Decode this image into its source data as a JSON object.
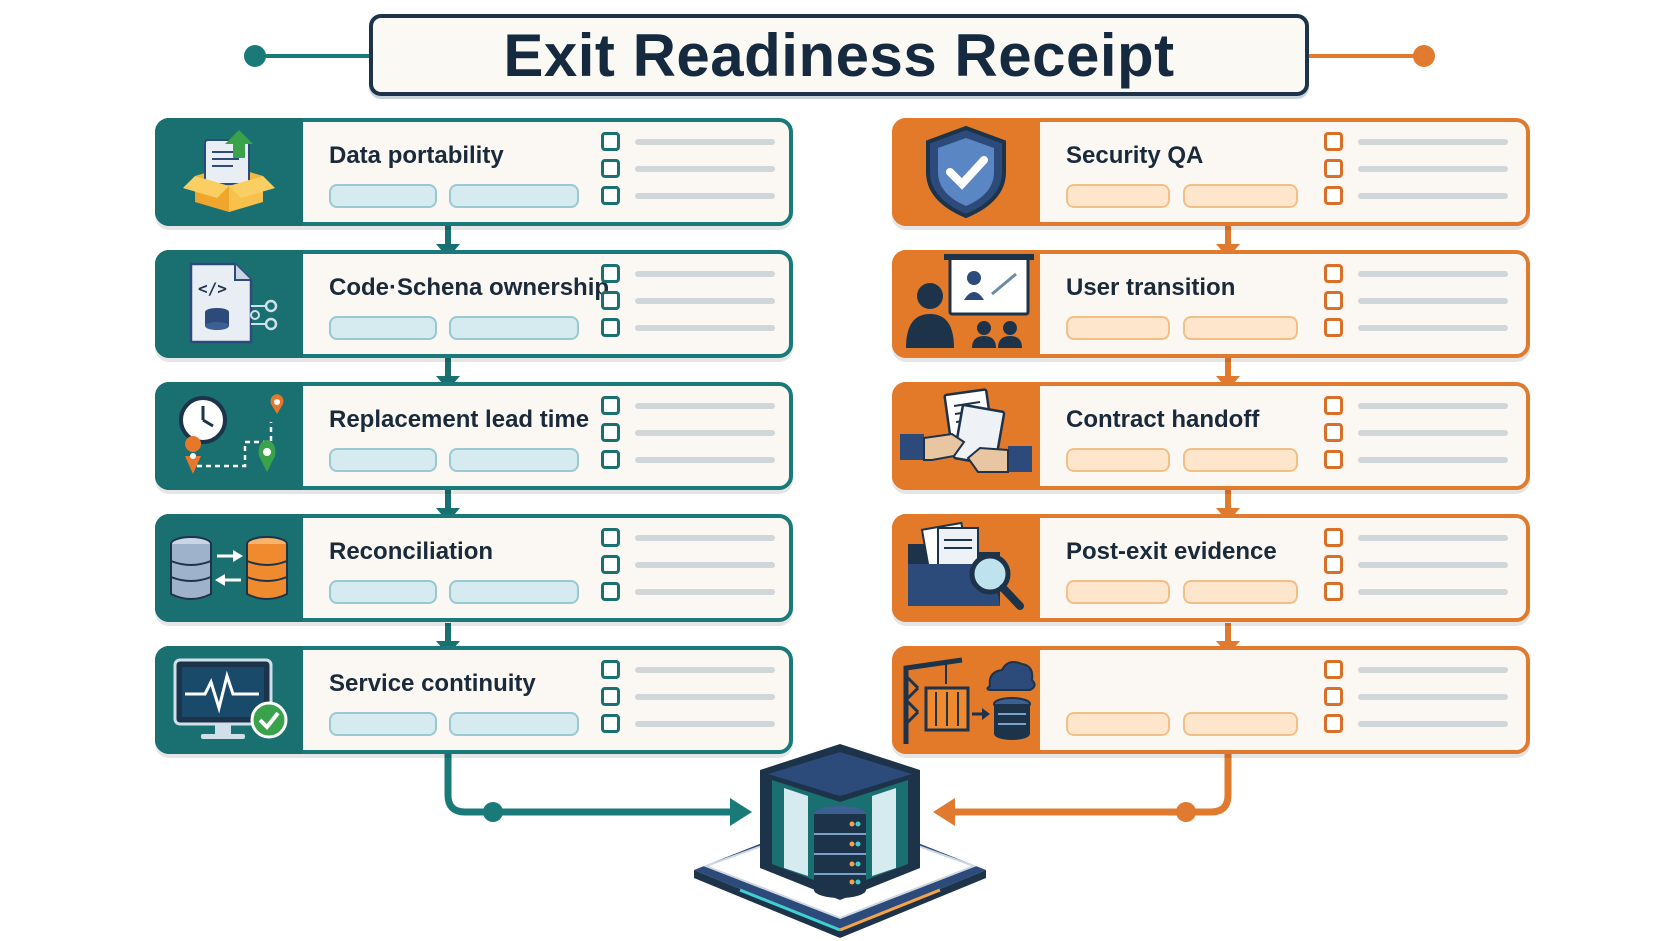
{
  "title": "Exit Readiness Receipt",
  "colors": {
    "teal": "#1a7a7a",
    "orange": "#e07a2e",
    "navy": "#15293f"
  },
  "left_column": [
    {
      "label": "Data portability",
      "icon": "export-box-icon"
    },
    {
      "label": "Code·Schena ownership",
      "icon": "code-file-database-icon"
    },
    {
      "label": "Replacement lead time",
      "icon": "clock-route-icon"
    },
    {
      "label": "Reconciliation",
      "icon": "database-sync-icon"
    },
    {
      "label": "Service continuity",
      "icon": "monitor-heartbeat-icon"
    }
  ],
  "right_column": [
    {
      "label": "Security QA",
      "icon": "shield-check-icon"
    },
    {
      "label": "User transition",
      "icon": "presentation-users-icon"
    },
    {
      "label": "Contract handoff",
      "icon": "handshake-document-icon"
    },
    {
      "label": "Post-exit evidence",
      "icon": "folder-magnifier-icon"
    },
    {
      "label": "",
      "icon": "crane-cloud-migration-icon"
    }
  ],
  "hub": {
    "icon": "server-hub-icon"
  }
}
